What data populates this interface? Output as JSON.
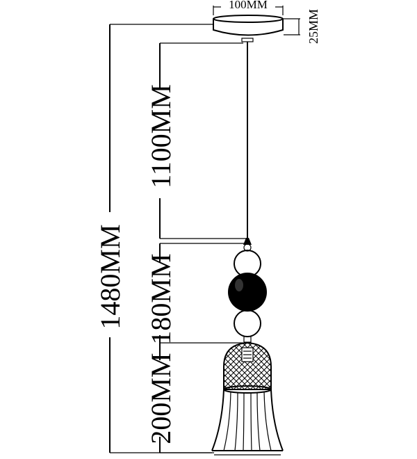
{
  "dimensions": {
    "canopy_diameter": "100MM",
    "canopy_height": "25MM",
    "cable_length": "1100MM",
    "total_height": "1480MM",
    "beads_height": "180MM",
    "shade_height": "200MM"
  },
  "colors": {
    "ink": "#000000",
    "background": "#ffffff"
  }
}
